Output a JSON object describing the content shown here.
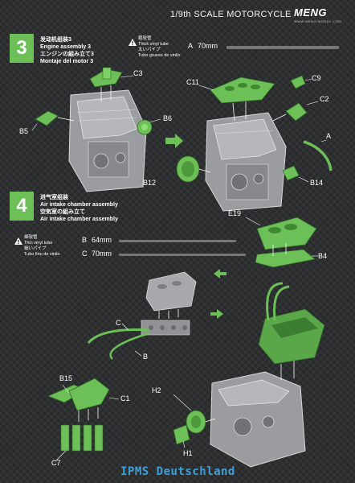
{
  "header": {
    "title": "1/9th SCALE MOTORCYCLE",
    "logo": "MENG",
    "logo_sub": "WWW.MENG-MODEL.COM"
  },
  "step3": {
    "number": "3",
    "lines": [
      "发动机组装3",
      "Engine assembly 3",
      "エンジンの組み立て3",
      "Montaje del motor 3"
    ],
    "tube": {
      "lines": [
        "粗软管",
        "Thick vinyl tube",
        "太いパイプ",
        "Tubo grueso de vinilo"
      ],
      "part": "A",
      "length": "70mm"
    },
    "labels": {
      "c3": "C3",
      "b5": "B5",
      "b6": "B6",
      "c11": "C11",
      "c9": "C9",
      "c2": "C2",
      "a": "A",
      "b12": "B12",
      "b14": "B14"
    }
  },
  "step4": {
    "number": "4",
    "lines": [
      "进气室组装",
      "Air intake chamber assembly",
      "空気室の組み立て",
      "Air intake chamber assembly"
    ],
    "tube": {
      "lines": [
        "细软管",
        "Thin vinyl tube",
        "細いパイプ",
        "Tubo fino de vinilo"
      ],
      "items": [
        {
          "part": "B",
          "length": "64mm"
        },
        {
          "part": "C",
          "length": "70mm"
        }
      ]
    },
    "labels": {
      "e19": "E19",
      "b4": "B4",
      "c": "C",
      "b": "B",
      "b15": "B15",
      "c1": "C1",
      "c7": "C7",
      "h2": "H2",
      "h1": "H1"
    }
  },
  "watermark": "IPMS Deutschland",
  "colors": {
    "accent": "#6dbf57",
    "background": "#2a2c2e",
    "watermark": "#3fa0d8"
  }
}
